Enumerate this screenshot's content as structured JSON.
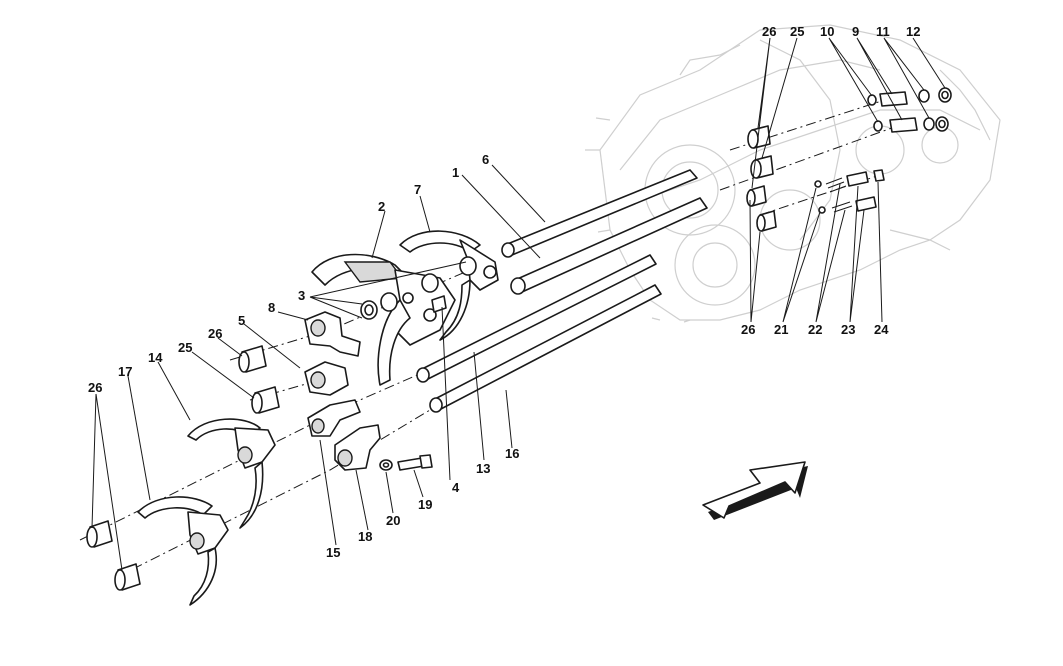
{
  "callouts": {
    "c1": "1",
    "c2": "2",
    "c3": "3",
    "c4": "4",
    "c5": "5",
    "c6": "6",
    "c7": "7",
    "c8": "8",
    "c9": "9",
    "c10": "10",
    "c11": "11",
    "c12": "12",
    "c13": "13",
    "c14": "14",
    "c15": "15",
    "c16": "16",
    "c17": "17",
    "c18": "18",
    "c19": "19",
    "c20": "20",
    "c21": "21",
    "c22": "22",
    "c23": "23",
    "c24": "24",
    "c25a": "25",
    "c25b": "25",
    "c26a": "26",
    "c26b": "26",
    "c26c": "26",
    "c26d": "26"
  },
  "icons": {
    "direction_arrow": "front-direction-arrow-icon"
  },
  "colors": {
    "line": "#1a1a1a",
    "ghost_housing": "#cfcfcf",
    "shading": "#d9d9d9",
    "background": "#ffffff"
  }
}
